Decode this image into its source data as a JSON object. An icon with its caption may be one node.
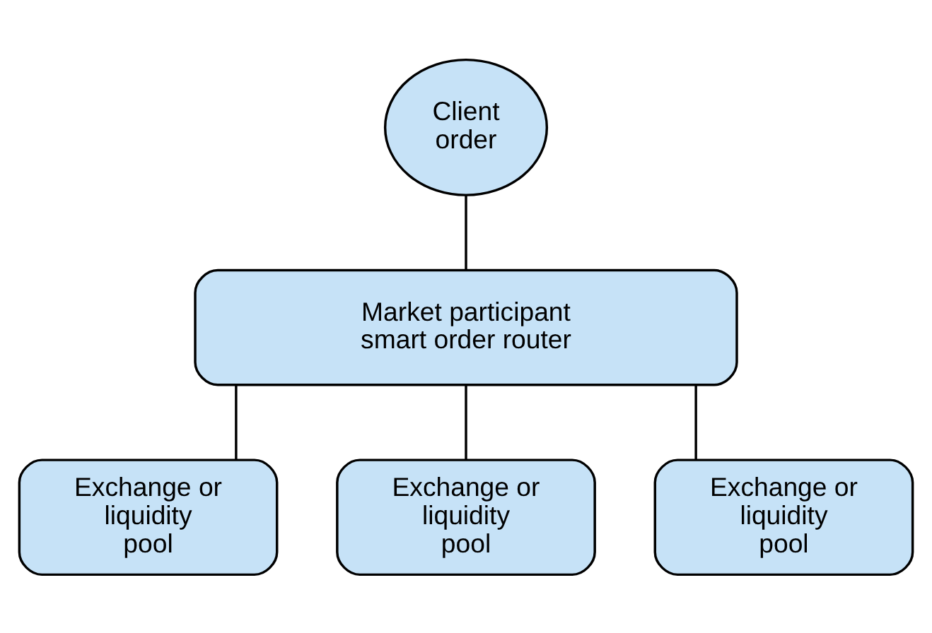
{
  "diagram": {
    "nodes": [
      {
        "text": [
          "Client order"
        ]
      },
      {
        "text": [
          "Market participant smart order router"
        ]
      },
      {
        "text": [
          "Exchange or liquidity pool"
        ]
      },
      {
        "text": [
          "Exchange or liquidity pool"
        ]
      },
      {
        "text": [
          "Exchange or liquidity pool"
        ]
      }
    ],
    "edges": [
      {
        "from": 0,
        "to": 1,
        "arrow": "none"
      },
      {
        "from": 1,
        "to": 2,
        "arrow": "none"
      },
      {
        "from": 1,
        "to": 3,
        "arrow": "none"
      },
      {
        "from": 1,
        "to": 4,
        "arrow": "none"
      }
    ]
  }
}
